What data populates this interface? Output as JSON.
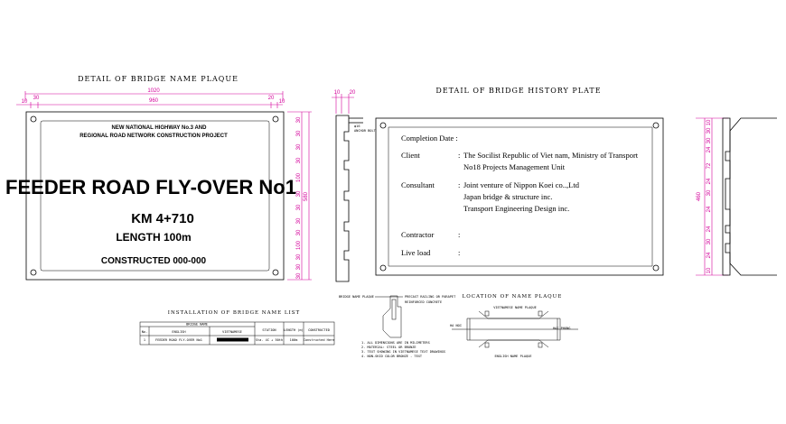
{
  "plaque_detail": {
    "title": "DETAIL OF BRIDGE NAME PLAQUE",
    "dims_top": [
      "1020",
      "10",
      "30",
      "960",
      "20",
      "10"
    ],
    "dims_right": [
      "30",
      "30",
      "30",
      "30",
      "100",
      "30",
      "30",
      "30",
      "30",
      "100",
      "30",
      "30",
      "30"
    ],
    "dim_overall_height": "580",
    "header_line1": "NEW NATIONAL HIGHWAY No.3 AND",
    "header_line2": "REGIONAL ROAD NETWORK CONSTRUCTION PROJECT",
    "bridge_name": "FEEDER ROAD FLY-OVER No1",
    "km": "KM 4+710",
    "length": "LENGTH 100m",
    "constructed": "CONSTRUCTED 000-000"
  },
  "section_detail": {
    "dims_top": [
      "10",
      "20"
    ],
    "label_bolt": "φ16",
    "label_anchor": "ANCHOR BOLT"
  },
  "history_plate": {
    "title": "DETAIL OF BRIDGE HISTORY PLATE",
    "rows": [
      {
        "label": "Completion Date :",
        "sep": "",
        "value": ""
      },
      {
        "label": "Client",
        "sep": ":",
        "value": "The Socilist Republic of Viet nam, Ministry of Transport"
      },
      {
        "label": "",
        "sep": "",
        "value": "No18 Projects Management Unit"
      },
      {
        "label": "Consultant",
        "sep": ":",
        "value": "Joint venture of Nippon Koei co..,Ltd"
      },
      {
        "label": "",
        "sep": "",
        "value": "Japan bridge & structure inc."
      },
      {
        "label": "",
        "sep": "",
        "value": "Transport Engineering Design inc."
      },
      {
        "label": "Contractor",
        "sep": ":",
        "value": ""
      },
      {
        "label": "Live load",
        "sep": ":",
        "value": ""
      }
    ],
    "dims_right": [
      "10",
      "30",
      "30",
      "24",
      "72",
      "24",
      "30",
      "24",
      "24",
      "30",
      "24",
      "10"
    ],
    "dim_overall_height": "460"
  },
  "install_list": {
    "title": "INSTALLATION OF BRIDGE NAME LIST",
    "group_header": "BRIDGE NAME",
    "headers": [
      "No.",
      "ENGLISH",
      "VIETNAMESE",
      "STATION",
      "LENGTH (m)",
      "CONSTRUCTED"
    ],
    "row": [
      "1",
      "FEEDER ROAD FLY-OVER No1",
      "",
      "Sta. 4C + 50th",
      "100m",
      "Constructed Here"
    ]
  },
  "notes": {
    "label_plaque": "BRIDGE NAME PLAQUE",
    "label_anchor": "ANCHOR BOLT",
    "label_parapet": "PRECAST RAILING OR PARAPET",
    "label_concrete": "REINFORCED CONCRETE",
    "items": [
      "1. ALL DIMENSIONS ARE IN MILIMETERS",
      "2. MATERIAL: STEEL OR BRONZE",
      "3. TEXT SHOWING IN VIETNAMESE TEXT DRAWINGS",
      "4. NON-SKID COLOR BRONZE - TEXT"
    ]
  },
  "location": {
    "title": "LOCATION OF NAME PLAQUE",
    "label_top": "VIETNAMESE NAME PLAQUE",
    "label_bottom": "ENGLISH NAME PLAQUE",
    "label_left": "HA NOI",
    "label_right": "HAI PHONG"
  },
  "colors": {
    "dimension": "#d4009a",
    "line": "#000000",
    "background": "#ffffff"
  }
}
